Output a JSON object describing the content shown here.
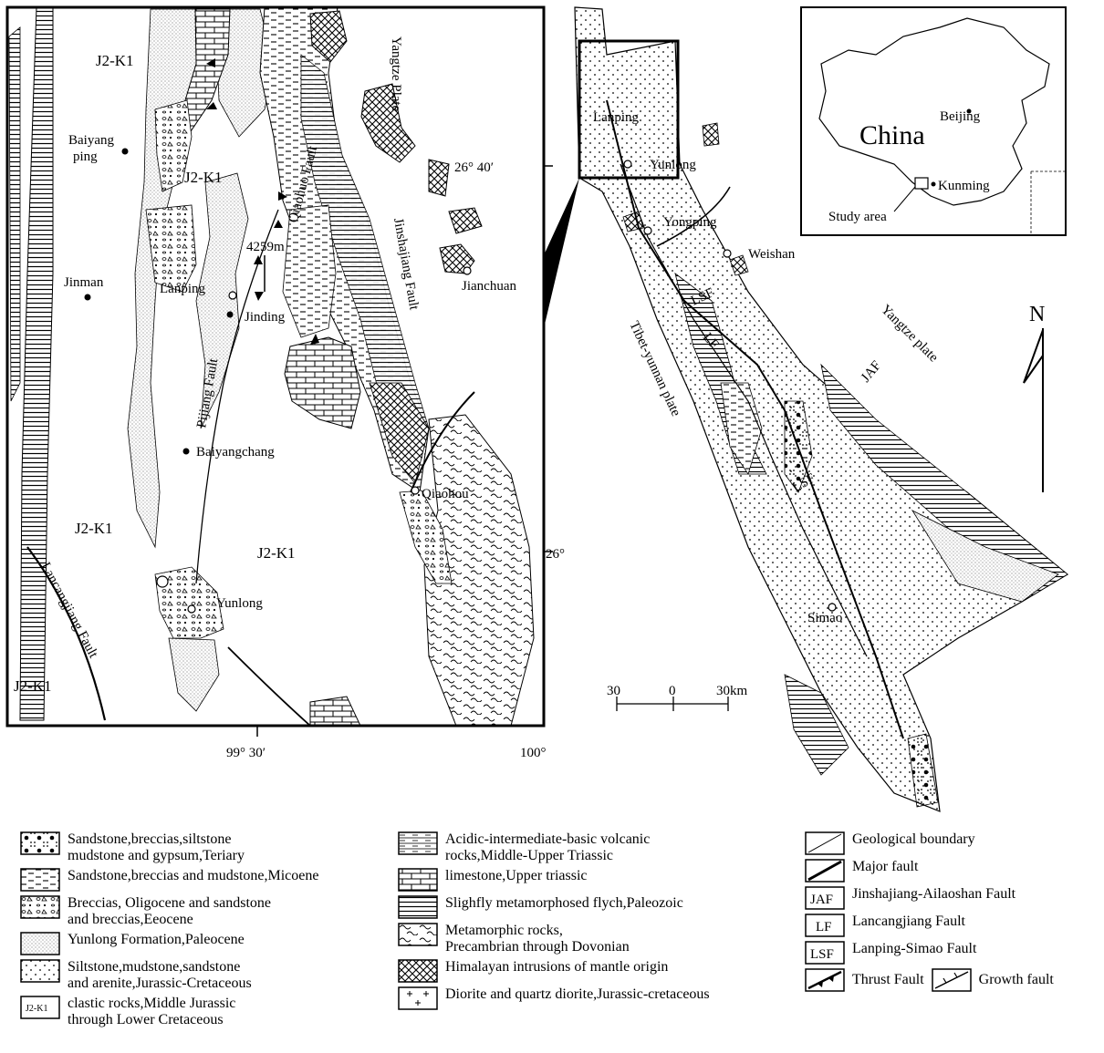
{
  "left_map": {
    "labels": {
      "j2k1_nw": "J2-K1",
      "j2k1_center": "J2-K1",
      "j2k1_sw": "J2-K1",
      "j2k1_s": "J2-K1",
      "j2k1_bl": "J2-K1",
      "baiyangping": "Baiyang",
      "baiyangping2": "ping",
      "jinman": "Jinman",
      "lanping": "Lanping",
      "jinding": "Jinding",
      "peak": "4259m",
      "baiyangchang": "Baiyangchang",
      "yunlong": "Yunlong",
      "qiaohou": "Qiaohou",
      "jianchuan": "Jianchuan",
      "yangtze_plate": "Yangtze Plate",
      "qiaohuo_fault": "Qiaohuo Fault",
      "jinshajiang_fault": "Jinshajiang Fault",
      "pijiang_fault": "Pijiang Fault",
      "lancangjiang_fault": "Lancangjiang Fault",
      "lat_2640": "26° 40′",
      "lat_26": "26°",
      "lon_9930": "99° 30′",
      "lon_100": "100°"
    }
  },
  "right_map": {
    "labels": {
      "lanping": "Lanping",
      "yunlong": "Yunlong",
      "yongping": "Yongping",
      "weishan": "Weishan",
      "simao": "Simao",
      "lsf1": "LSF",
      "lsf2": "LSF",
      "lf": "LF",
      "jaf": "JAF",
      "tibet_plate": "Tibet-yunnan plate",
      "yangtze_plate": "Yangtze plate",
      "north": "N",
      "scale_left": "30",
      "scale_mid": "0",
      "scale_right": "30km"
    }
  },
  "inset": {
    "labels": {
      "china": "China",
      "beijing": "Beijing",
      "kunming": "Kunming",
      "study_area": "Study area"
    }
  },
  "legend": {
    "col1": [
      {
        "pattern": "dots-big",
        "lines": [
          "Sandstone,breccias,siltstone",
          "mudstone and gypsum,Teriary"
        ]
      },
      {
        "pattern": "dash",
        "lines": [
          "Sandstone,breccias and mudstone,Micoene"
        ]
      },
      {
        "pattern": "breccia",
        "lines": [
          "Breccias, Oligocene and sandstone",
          "and breccias,Eeocene"
        ]
      },
      {
        "pattern": "fine-dots",
        "lines": [
          "Yunlong Formation,Paleocene"
        ]
      },
      {
        "pattern": "sparse-dots",
        "lines": [
          "Siltstone,mudstone,sandstone",
          "and arenite,Jurassic-Cretaceous"
        ]
      },
      {
        "pattern": "j2k1",
        "swatch_label": "J2-K1",
        "lines": [
          "clastic rocks,Middle Jurassic",
          "through Lower Cretaceous"
        ]
      }
    ],
    "col2": [
      {
        "pattern": "volcanic",
        "lines": [
          "Acidic-intermediate-basic volcanic",
          "rocks,Middle-Upper Triassic"
        ]
      },
      {
        "pattern": "brick",
        "lines": [
          "limestone,Upper triassic"
        ]
      },
      {
        "pattern": "hlines",
        "lines": [
          "Slighfly metamorphosed flych,Paleozoic"
        ]
      },
      {
        "pattern": "wave",
        "lines": [
          "Metamorphic rocks,",
          "Precambrian through Dovonian"
        ]
      },
      {
        "pattern": "cross",
        "lines": [
          "Himalayan intrusions of mantle origin"
        ]
      },
      {
        "pattern": "plus",
        "lines": [
          "Diorite and quartz diorite,Jurassic-cretaceous"
        ]
      }
    ],
    "col3": [
      {
        "pattern": "geo-boundary",
        "lines": [
          "Geological boundary"
        ]
      },
      {
        "pattern": "major-fault",
        "lines": [
          "Major fault"
        ]
      },
      {
        "pattern": "abbr",
        "swatch_label": "JAF",
        "lines": [
          "Jinshajiang-Ailaoshan Fault"
        ]
      },
      {
        "pattern": "abbr",
        "swatch_label": "LF",
        "lines": [
          "Lancangjiang Fault"
        ]
      },
      {
        "pattern": "abbr",
        "swatch_label": "LSF",
        "lines": [
          "Lanping-Simao Fault"
        ]
      }
    ],
    "thrust_fault": "Thrust Fault",
    "growth_fault": "Growth fault"
  }
}
